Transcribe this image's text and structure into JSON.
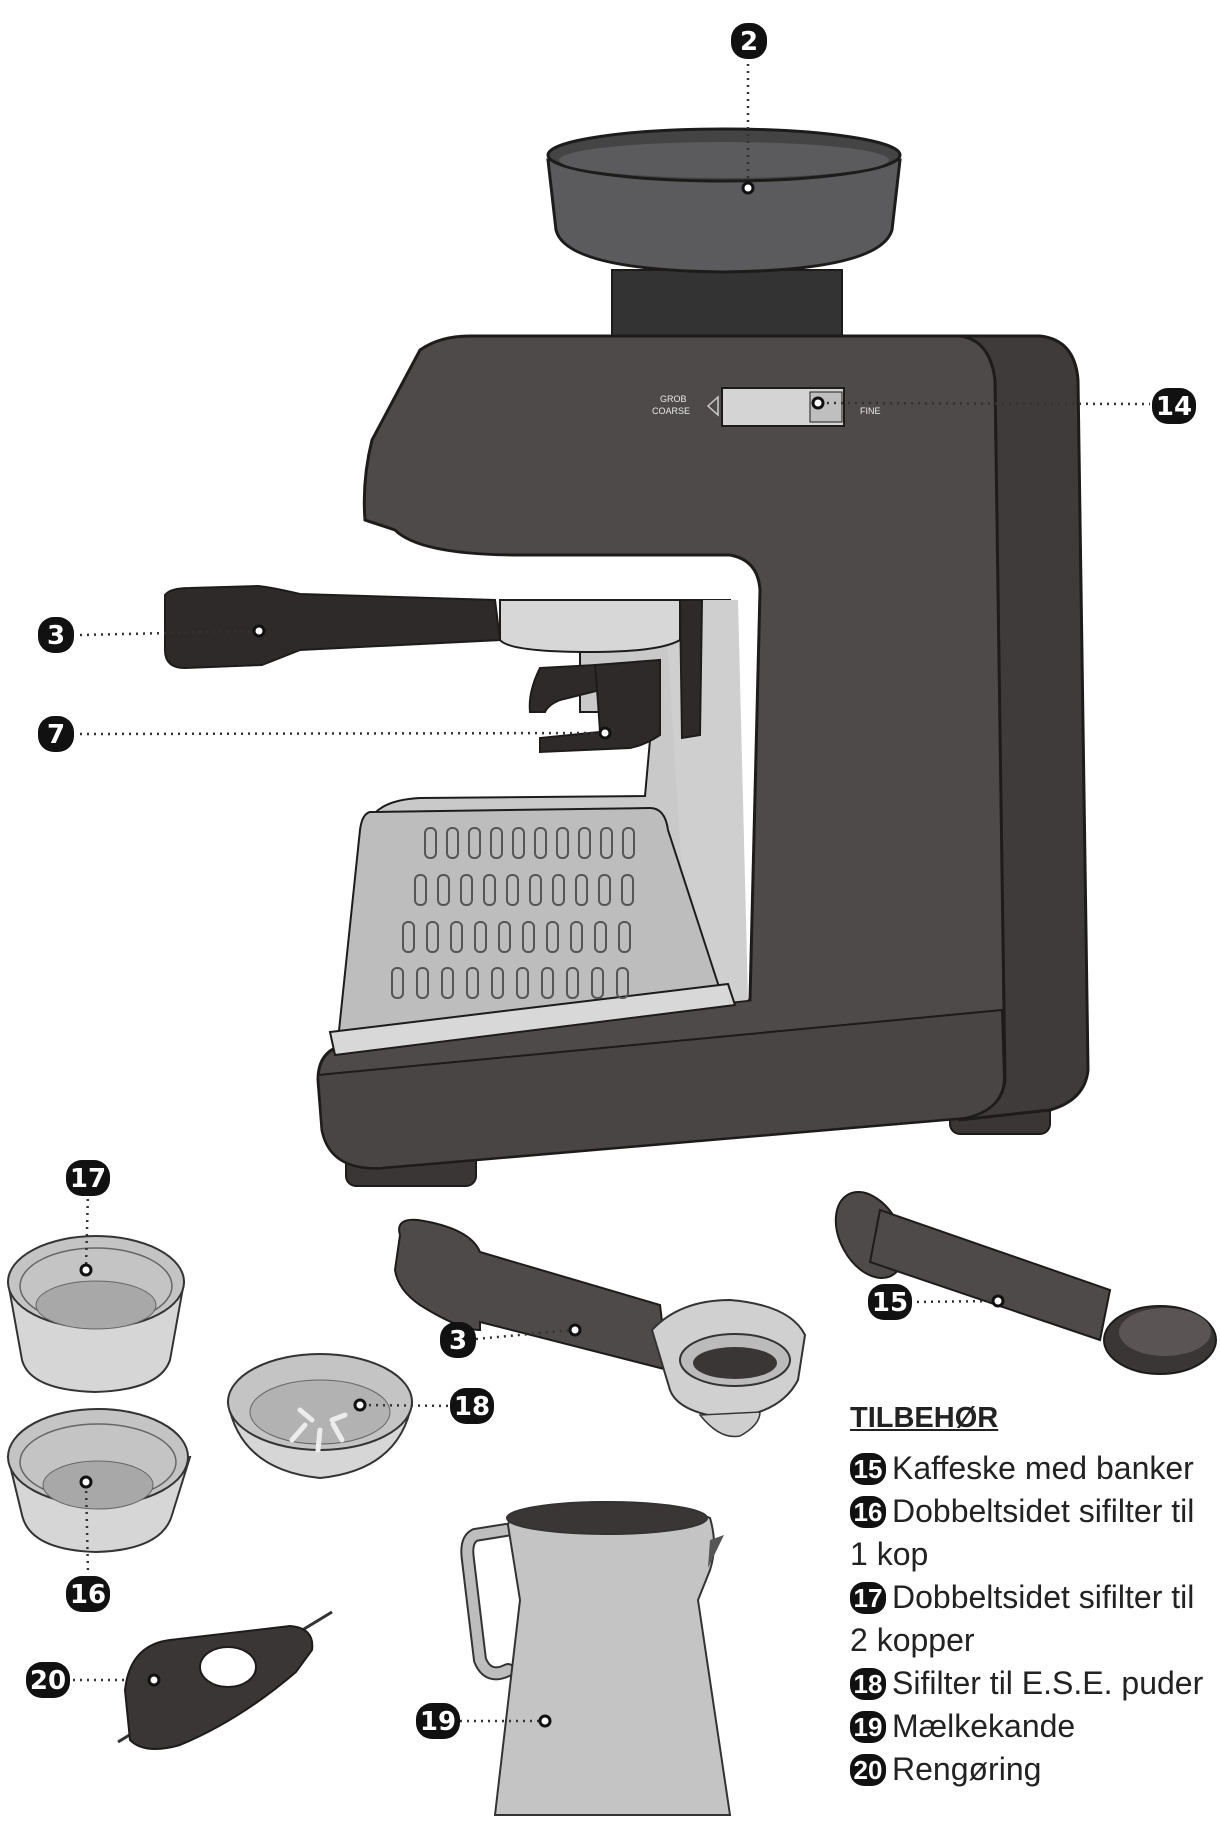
{
  "callouts": {
    "c2": "2",
    "c14": "14",
    "c3": "3",
    "c7": "7",
    "c17": "17",
    "c16": "16",
    "c3b": "3",
    "c15": "15",
    "c18": "18",
    "c20": "20",
    "c19": "19"
  },
  "machine_labels": {
    "grind_coarse_1": "GROB",
    "grind_coarse_2": "COARSE",
    "grind_fine": "FINE"
  },
  "legend": {
    "title": "TILBEHØR",
    "items": [
      {
        "num": "15",
        "text": "Kaffeske med banker"
      },
      {
        "num": "16",
        "text": "Dobbeltsidet sifilter til 1 kop"
      },
      {
        "num": "17",
        "text": "Dobbeltsidet sifilter til 2 kopper"
      },
      {
        "num": "18",
        "text": "Sifilter til E.S.E. puder"
      },
      {
        "num": "19",
        "text": "Mælkekande"
      },
      {
        "num": "20",
        "text": "Rengøring"
      }
    ]
  },
  "colors": {
    "body": "#4f4a4a",
    "body_dark": "#3a3636",
    "outline": "#1e1b1b",
    "steel": "#c9c9c9",
    "steel_light": "#dcdcdc",
    "hopper": "#5b5b5d",
    "badge": "#111111"
  }
}
